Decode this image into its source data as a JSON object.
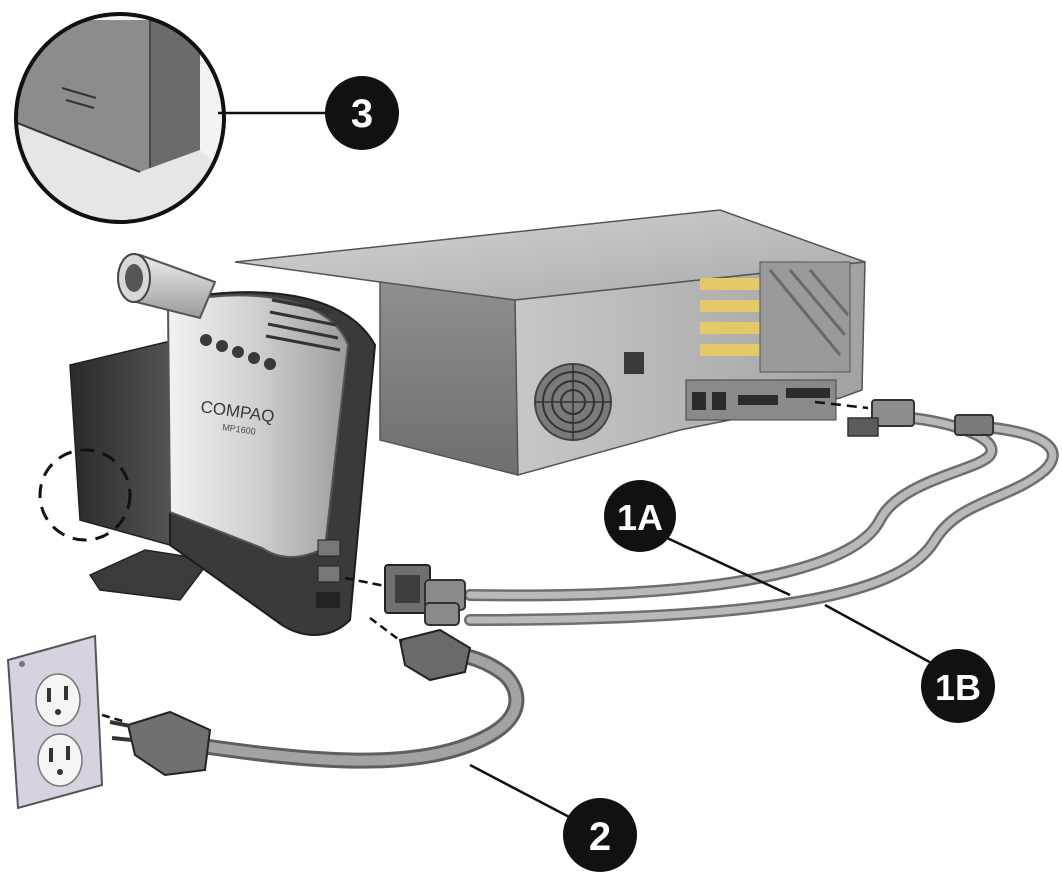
{
  "callouts": {
    "c1a": "1A",
    "c1b": "1B",
    "c2": "2",
    "c3": "3"
  },
  "projector": {
    "brand": "COMPAQ",
    "model": "MP1600"
  },
  "colors": {
    "callout_fill": "#111111",
    "callout_text": "#ffffff",
    "metal": "#b9b9b9",
    "dark_body": "#3c3c3c",
    "cable": "#9a9a9a"
  }
}
